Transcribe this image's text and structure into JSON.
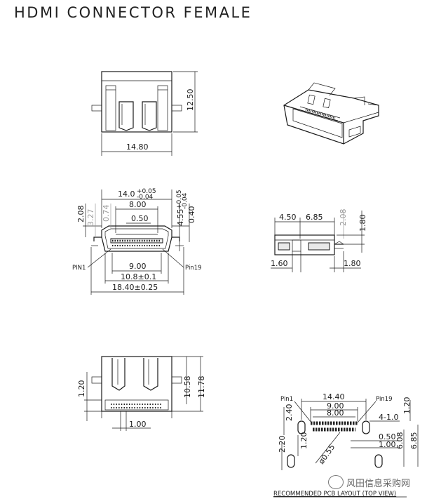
{
  "title": "HDMI CONNECTOR FEMALE",
  "top_view": {
    "width": "14.80",
    "height": "12.50"
  },
  "front_view": {
    "top_width": "14.0",
    "top_tol_plus": "+0.05",
    "top_tol_minus": "-0.04",
    "inner_width": "8.00",
    "pin_gap": "0.50",
    "left_height": "2.08",
    "h_327": "3.27",
    "h_074": "0.74",
    "right_height": "4.55",
    "right_tol_plus": "+0.05",
    "right_tol_minus": "-0.04",
    "h_040": "0.40",
    "pin1": "PIN1",
    "pin19": "Pin19",
    "w_900": "9.00",
    "w_108": "10.8±0.1",
    "w_1840": "18.40±0.25"
  },
  "side_view": {
    "d_450": "4.50",
    "d_685": "6.85",
    "d_208": "2.08",
    "d_180_top": "1.80",
    "d_160": "1.60",
    "d_180_bot": "1.80"
  },
  "bottom_view": {
    "d_120": "1.20",
    "d_1058": "10.58",
    "d_1178": "11.78",
    "d_100": "1.00"
  },
  "pcb": {
    "pin1": "Pin1",
    "pin19": "Pin19",
    "w_1440": "14.40",
    "w_900": "9.00",
    "w_800": "8.00",
    "h_240": "2.40",
    "h_120_r": "1.20",
    "d_4_10": "4-1.0",
    "d_050": "0.50",
    "d_100": "1.00",
    "d_220": "2.20",
    "d_120_l": "1.20",
    "d_055": "ø0.55",
    "d_608": "6.08",
    "d_685": "6.85",
    "caption": "RECOMMENDED PCB LAYOUT (TOP VIEW)"
  },
  "watermark": "风田信息采购网"
}
